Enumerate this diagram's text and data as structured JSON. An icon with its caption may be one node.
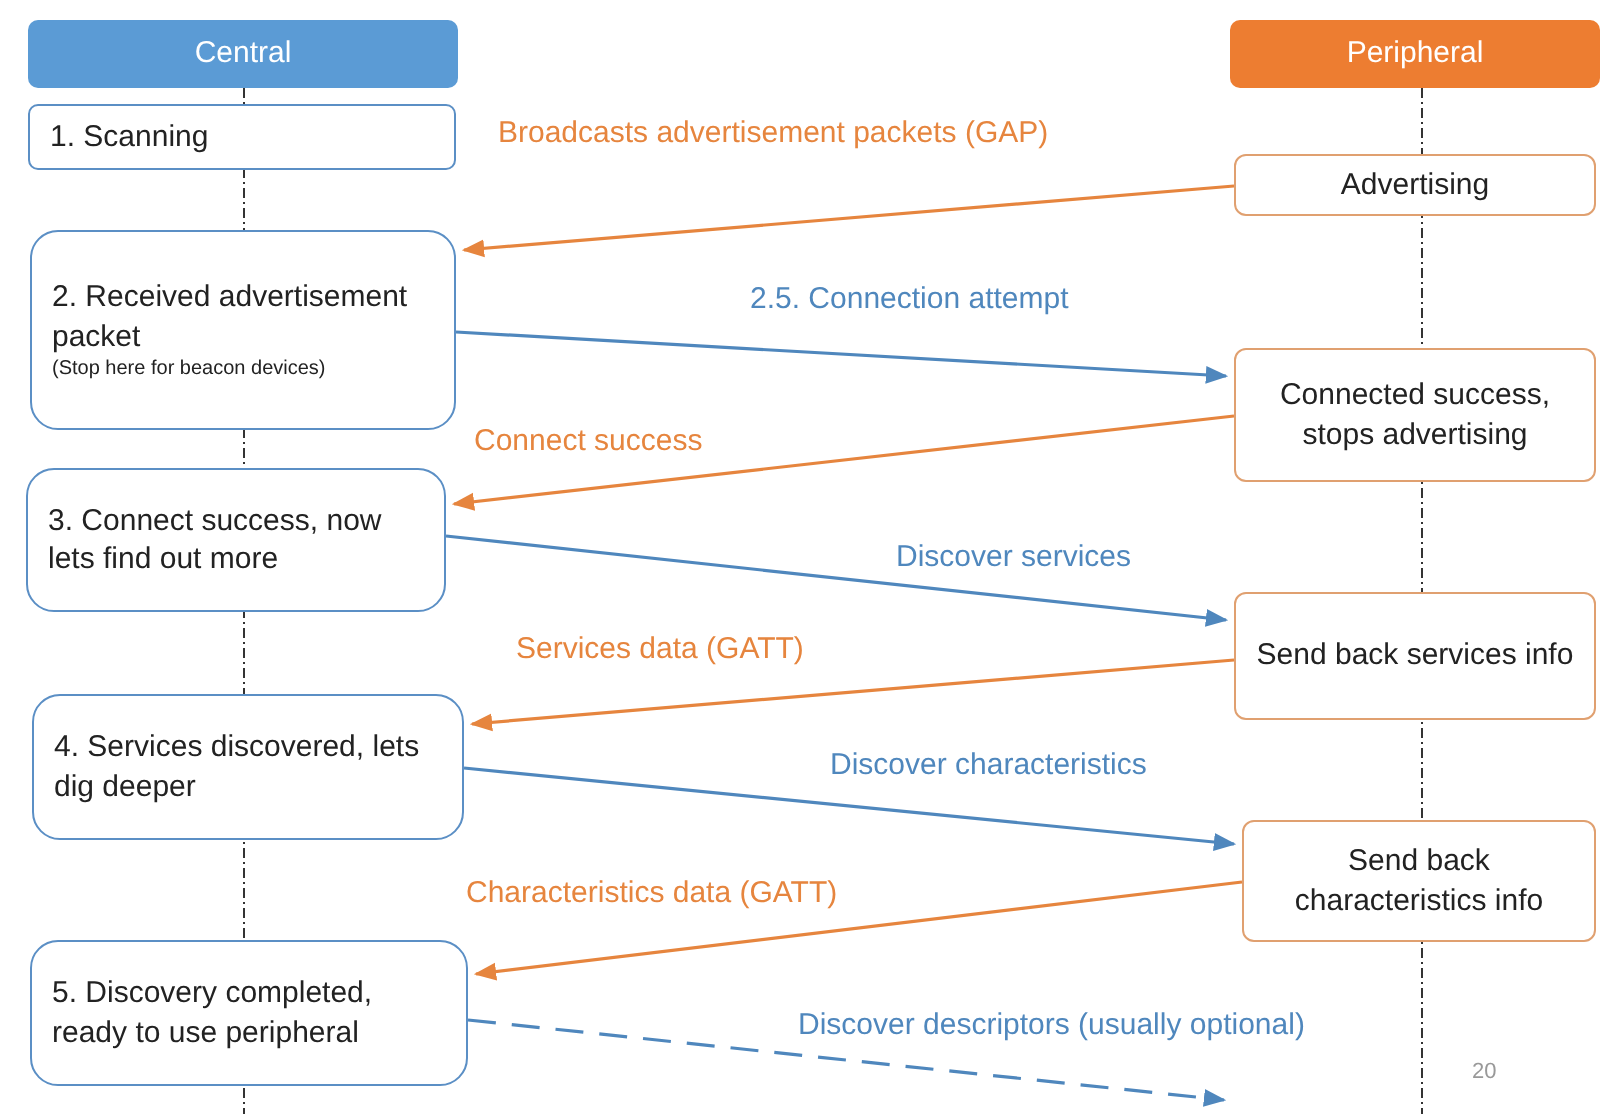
{
  "diagram": {
    "nodes": [
      {
        "text": [
          "Central"
        ]
      },
      {
        "text": [
          "Peripheral"
        ]
      },
      {
        "text": [
          "1. Scanning"
        ]
      },
      {
        "text": [
          "Advertising"
        ]
      },
      {
        "text": [
          "2. Received advertisement packet",
          "(Stop here for beacon devices)"
        ]
      },
      {
        "text": [
          "Connected success, stops advertising"
        ]
      },
      {
        "text": [
          "3. Connect success, now lets find out more"
        ]
      },
      {
        "text": [
          "Send back services info"
        ]
      },
      {
        "text": [
          "4. Services discovered, lets dig deeper"
        ]
      },
      {
        "text": [
          "Send back characteristics info"
        ]
      },
      {
        "text": [
          "5. Discovery completed, ready to use peripheral"
        ]
      }
    ],
    "edges": [
      {
        "from": 3,
        "to": 4,
        "arrow": "to",
        "label": "Broadcasts advertisement packets (GAP)",
        "color": "#e6853e"
      },
      {
        "from": 4,
        "to": 5,
        "arrow": "to",
        "label": "2.5. Connection attempt",
        "color": "#4f87bd"
      },
      {
        "from": 5,
        "to": 6,
        "arrow": "to",
        "label": "Connect success",
        "color": "#e6853e"
      },
      {
        "from": 6,
        "to": 7,
        "arrow": "to",
        "label": "Discover services",
        "color": "#4f87bd"
      },
      {
        "from": 7,
        "to": 8,
        "arrow": "to",
        "label": "Services data (GATT)",
        "color": "#e6853e"
      },
      {
        "from": 8,
        "to": 9,
        "arrow": "to",
        "label": "Discover characteristics",
        "color": "#4f87bd"
      },
      {
        "from": 9,
        "to": 10,
        "arrow": "to",
        "label": "Characteristics data (GATT)",
        "color": "#e6853e"
      },
      {
        "from": 10,
        "to": null,
        "arrow": "to",
        "label": "Discover descriptors (usually optional)",
        "color": "#4f87bd",
        "style": "dashed"
      }
    ],
    "labels": [
      "20"
    ]
  }
}
